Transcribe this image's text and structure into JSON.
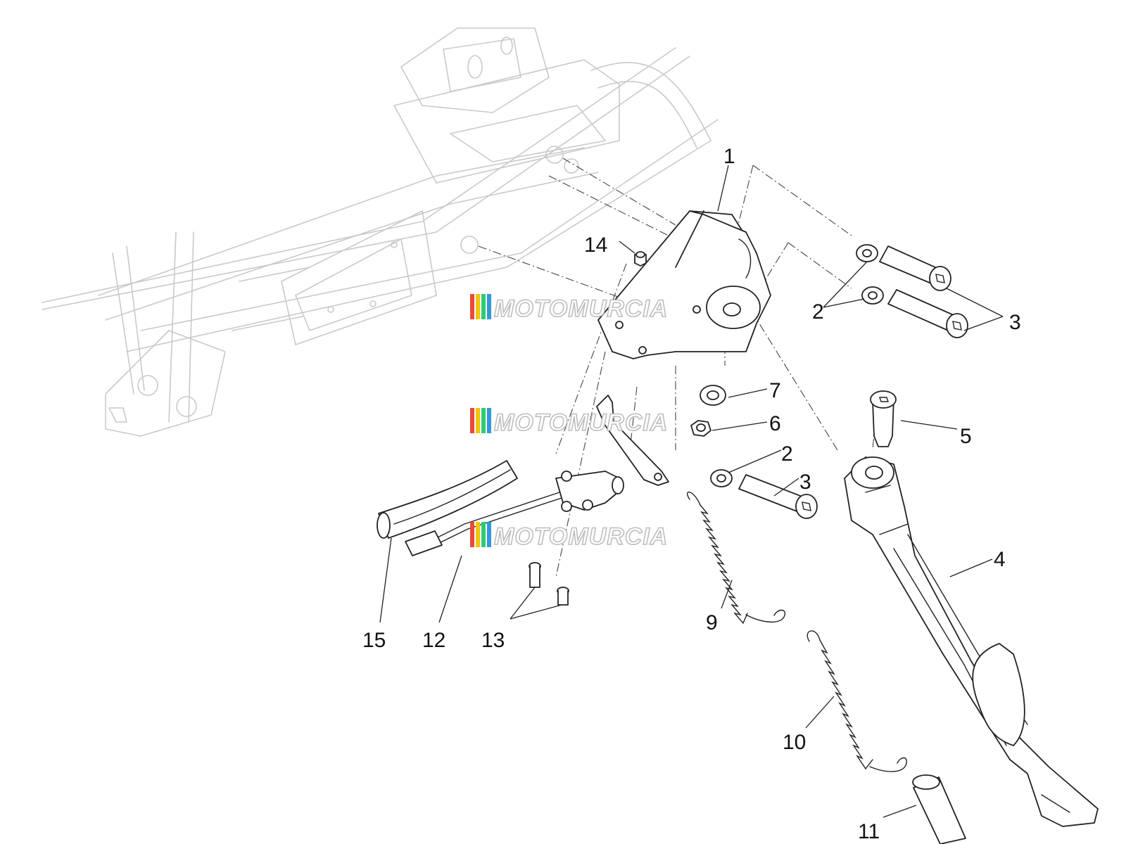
{
  "watermark": {
    "text": "MOTOMURCIA",
    "stripe_colors": [
      "#e74c3c",
      "#f1c40f",
      "#2ecc71",
      "#3498db"
    ]
  },
  "callouts": {
    "c1": "1",
    "c2a": "2",
    "c2b": "2",
    "c3a": "3",
    "c3b": "3",
    "c4": "4",
    "c5": "5",
    "c6": "6",
    "c7": "7",
    "c9": "9",
    "c10": "10",
    "c11": "11",
    "c12": "12",
    "c13": "13",
    "c14": "14",
    "c15": "15"
  }
}
